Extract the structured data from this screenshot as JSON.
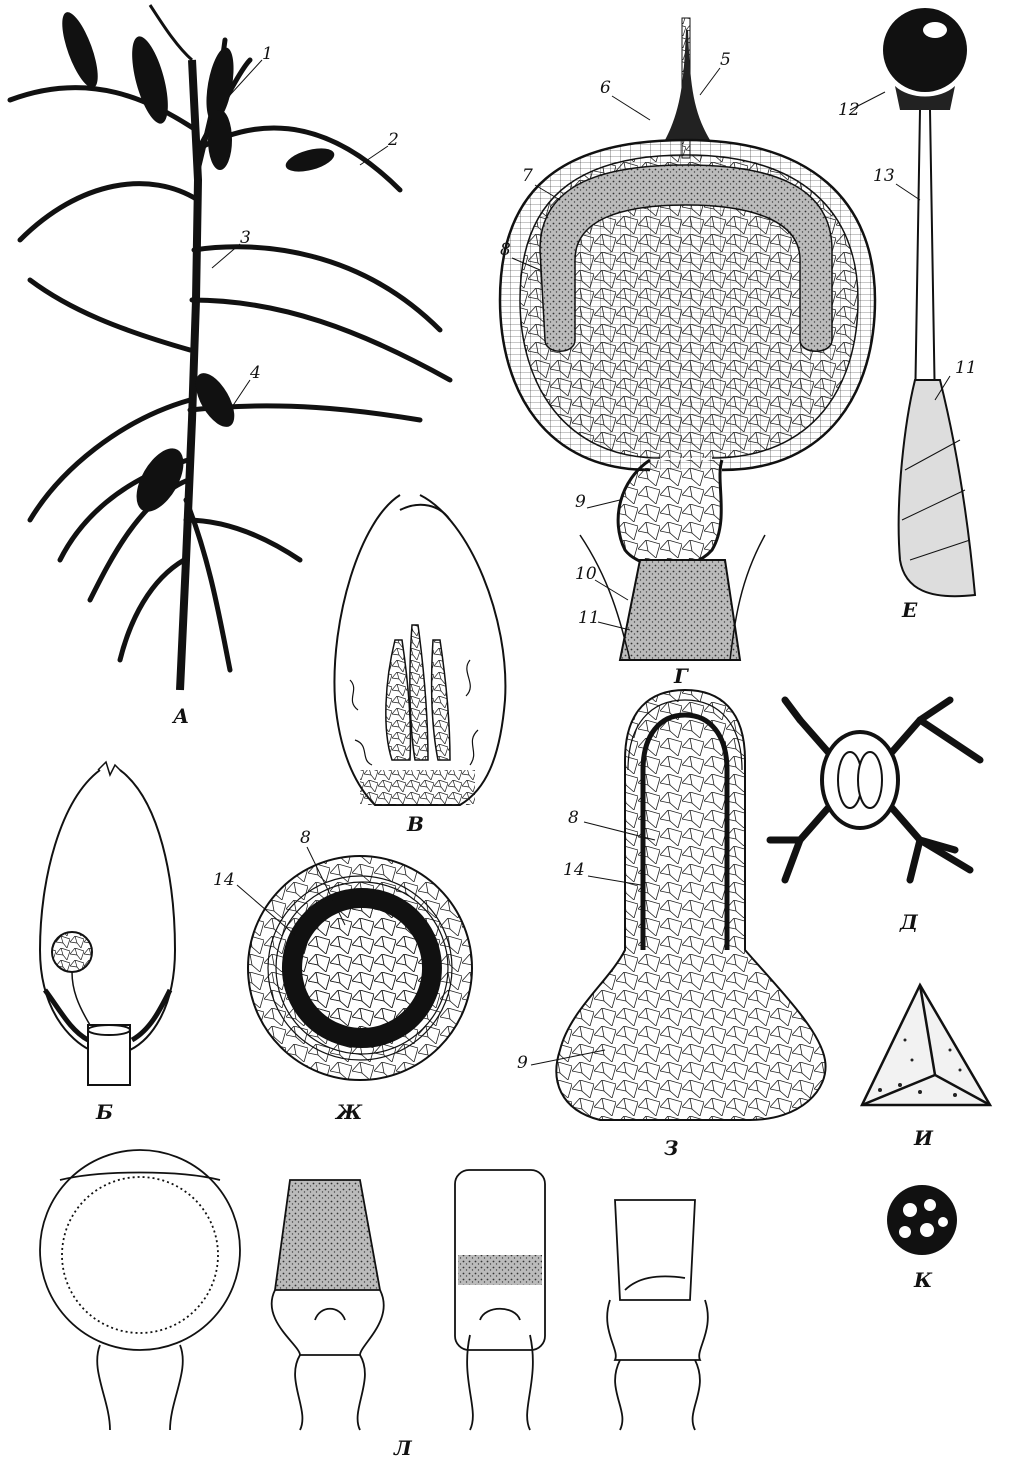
{
  "numbers": {
    "n1": "1",
    "n2": "2",
    "n3": "3",
    "n4": "4",
    "n5": "5",
    "n6": "6",
    "n7": "7",
    "n8_g": "8",
    "n9_g": "9",
    "n10": "10",
    "n11_g": "11",
    "n11_e": "11",
    "n12": "12",
    "n13": "13",
    "n8_zh": "8",
    "n14_zh": "14",
    "n8_z": "8",
    "n14_z": "14",
    "n9_z": "9"
  },
  "letters": {
    "A": "А",
    "B": "Б",
    "V": "В",
    "G": "Г",
    "D": "Д",
    "E": "Е",
    "ZH": "Ж",
    "Z": "З",
    "I": "И",
    "K": "К",
    "L": "Л"
  }
}
